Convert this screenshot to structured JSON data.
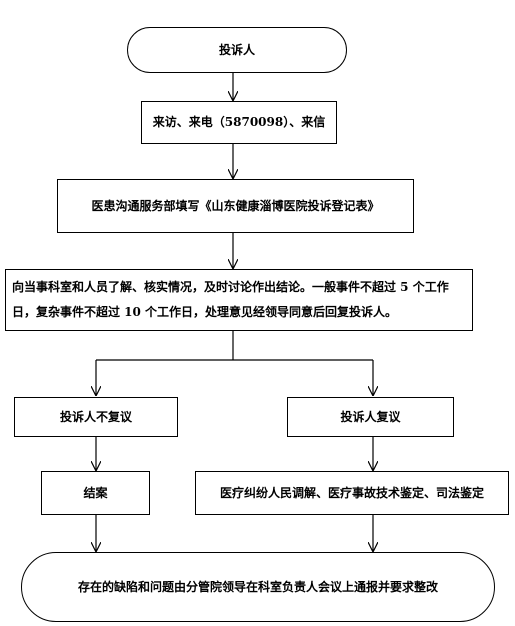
{
  "flowchart": {
    "start": "投诉人",
    "channels": "来访、来电（5870098）、来信",
    "register": "医患沟通服务部填写《山东健康淄博医院投诉登记表》",
    "investigate": "向当事科室和人员了解、核实情况，及时讨论作出结论。一般事件不超过 5 个工作日，复杂事件不超过 10 个工作日，处理意见经领导同意后回复投诉人。",
    "branch_left": "投诉人不复议",
    "branch_right": "投诉人复议",
    "end_left": "结案",
    "end_right": "医疗纠纷人民调解、医疗事故技术鉴定、司法鉴定",
    "final": "存在的缺陷和问题由分管院领导在科室负责人会议上通报并要求整改"
  },
  "colors": {
    "stroke": "#000000",
    "background": "#ffffff"
  }
}
